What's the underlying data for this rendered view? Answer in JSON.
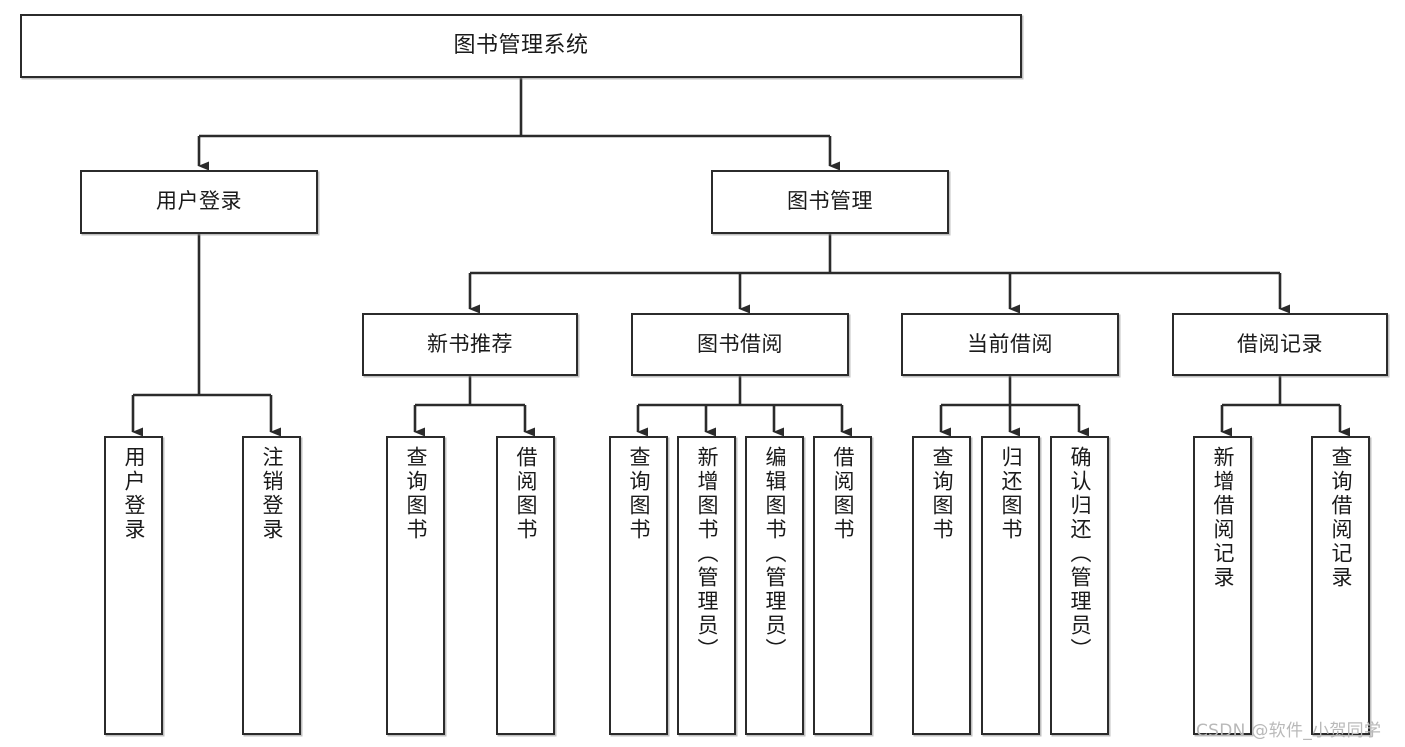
{
  "diagram": {
    "title": "图书管理系统",
    "type": "tree",
    "watermark": "CSDN @软件_小贺同学",
    "colors": {
      "box_border": "#2b2b2b",
      "box_fill": "#ffffff",
      "connector": "#2b2b2b",
      "text": "#1a1a1a",
      "watermark": "#b9b9b9"
    },
    "nodes": {
      "root": {
        "label": "图书管理系统",
        "level": 1,
        "orientation": "horizontal"
      },
      "user_login": {
        "label": "用户登录",
        "level": 2,
        "orientation": "horizontal"
      },
      "book_manage": {
        "label": "图书管理",
        "level": 2,
        "orientation": "horizontal"
      },
      "new_book_rec": {
        "label": "新书推荐",
        "level": 3,
        "orientation": "horizontal"
      },
      "book_borrow": {
        "label": "图书借阅",
        "level": 3,
        "orientation": "horizontal"
      },
      "current_borrow": {
        "label": "当前借阅",
        "level": 3,
        "orientation": "horizontal"
      },
      "borrow_record": {
        "label": "借阅记录",
        "level": 3,
        "orientation": "horizontal"
      },
      "leaf_user_login": {
        "label": "用户登录",
        "level": 4,
        "orientation": "vertical"
      },
      "leaf_logout": {
        "label": "注销登录",
        "level": 4,
        "orientation": "vertical"
      },
      "leaf_query_book_1": {
        "label": "查询图书",
        "level": 4,
        "orientation": "vertical"
      },
      "leaf_borrow_book_1": {
        "label": "借阅图书",
        "level": 4,
        "orientation": "vertical"
      },
      "leaf_query_book_2": {
        "label": "查询图书",
        "level": 4,
        "orientation": "vertical"
      },
      "leaf_add_book": {
        "label": "新增图书（管理员）",
        "level": 4,
        "orientation": "vertical"
      },
      "leaf_edit_book": {
        "label": "编辑图书（管理员）",
        "level": 4,
        "orientation": "vertical"
      },
      "leaf_borrow_book_2": {
        "label": "借阅图书",
        "level": 4,
        "orientation": "vertical"
      },
      "leaf_query_book_3": {
        "label": "查询图书",
        "level": 4,
        "orientation": "vertical"
      },
      "leaf_return_book": {
        "label": "归还图书",
        "level": 4,
        "orientation": "vertical"
      },
      "leaf_confirm_return": {
        "label": "确认归还（管理员）",
        "level": 4,
        "orientation": "vertical"
      },
      "leaf_add_record": {
        "label": "新增借阅记录",
        "level": 4,
        "orientation": "vertical"
      },
      "leaf_query_record": {
        "label": "查询借阅记录",
        "level": 4,
        "orientation": "vertical"
      }
    },
    "edges": [
      {
        "from": "root",
        "to": "user_login"
      },
      {
        "from": "root",
        "to": "book_manage"
      },
      {
        "from": "user_login",
        "to": "leaf_user_login"
      },
      {
        "from": "user_login",
        "to": "leaf_logout"
      },
      {
        "from": "book_manage",
        "to": "new_book_rec"
      },
      {
        "from": "book_manage",
        "to": "book_borrow"
      },
      {
        "from": "book_manage",
        "to": "current_borrow"
      },
      {
        "from": "book_manage",
        "to": "borrow_record"
      },
      {
        "from": "new_book_rec",
        "to": "leaf_query_book_1"
      },
      {
        "from": "new_book_rec",
        "to": "leaf_borrow_book_1"
      },
      {
        "from": "book_borrow",
        "to": "leaf_query_book_2"
      },
      {
        "from": "book_borrow",
        "to": "leaf_add_book"
      },
      {
        "from": "book_borrow",
        "to": "leaf_edit_book"
      },
      {
        "from": "book_borrow",
        "to": "leaf_borrow_book_2"
      },
      {
        "from": "current_borrow",
        "to": "leaf_query_book_3"
      },
      {
        "from": "current_borrow",
        "to": "leaf_return_book"
      },
      {
        "from": "current_borrow",
        "to": "leaf_confirm_return"
      },
      {
        "from": "borrow_record",
        "to": "leaf_add_record"
      },
      {
        "from": "borrow_record",
        "to": "leaf_query_record"
      }
    ]
  }
}
